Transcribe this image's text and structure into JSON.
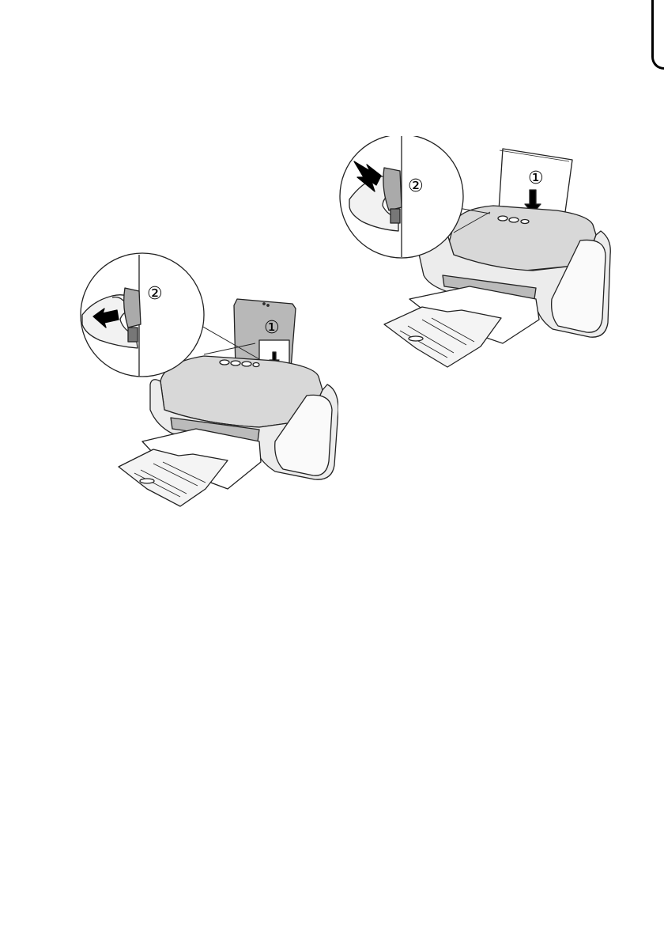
{
  "illustrations": [
    {
      "name": "printer-small-paper",
      "steps": [
        "①",
        "②"
      ]
    },
    {
      "name": "printer-letter-paper",
      "steps": [
        "①",
        "②"
      ]
    }
  ]
}
